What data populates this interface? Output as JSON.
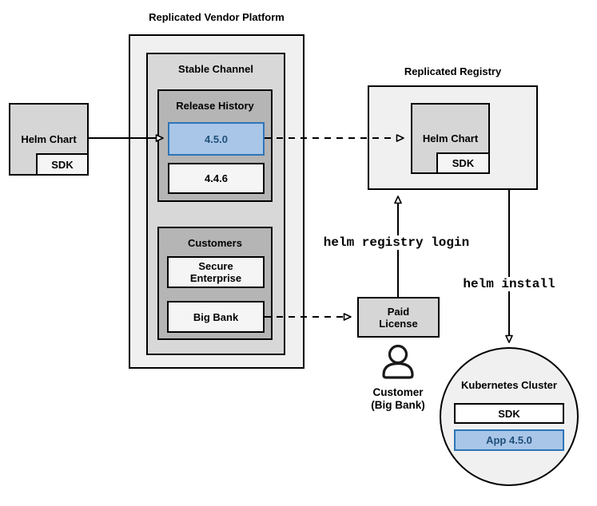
{
  "colors": {
    "blue_fill": "#a9c6e8",
    "blue_border": "#2e75b6",
    "blue_text": "#1f4e79"
  },
  "platform": {
    "title": "Replicated Vendor Platform",
    "stable_channel": {
      "label": "Stable Channel",
      "release_history": {
        "label": "Release History",
        "releases": [
          {
            "version": "4.5.0",
            "highlighted": true
          },
          {
            "version": "4.4.6",
            "highlighted": false
          }
        ]
      },
      "customers": {
        "label": "Customers",
        "items": [
          "Secure Enterprise",
          "Big Bank"
        ]
      }
    }
  },
  "helm_chart_source": {
    "label": "Helm Chart",
    "sdk_label": "SDK"
  },
  "registry": {
    "title": "Replicated Registry",
    "helm_chart": {
      "label": "Helm Chart",
      "sdk_label": "SDK"
    }
  },
  "paid_license": {
    "label": "Paid License"
  },
  "customer_caption": "Customer\n(Big Bank)",
  "commands": {
    "registry_login": "helm registry login",
    "install": "helm install"
  },
  "kubernetes": {
    "title": "Kubernetes Cluster",
    "sdk_label": "SDK",
    "app_label": "App 4.5.0"
  }
}
